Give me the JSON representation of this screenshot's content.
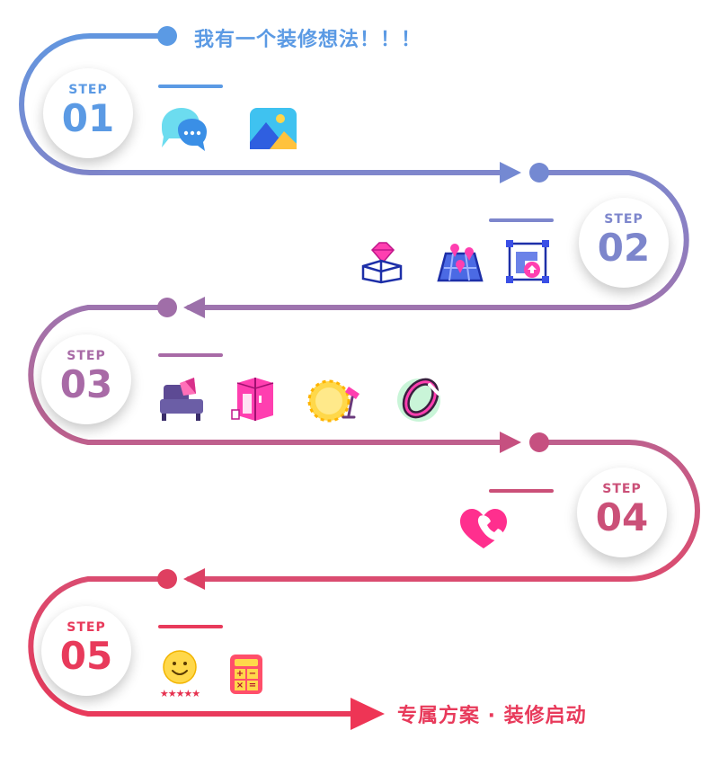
{
  "titles": {
    "start": "我有一个装修想法！！！",
    "end": "专属方案 · 装修启动"
  },
  "colors": {
    "step1": "#5b9ae4",
    "step2": "#7d86cc",
    "step3": "#a86aa6",
    "step4": "#cb5078",
    "step5": "#e83a5b"
  },
  "steps": [
    {
      "label": "STEP",
      "number": "01",
      "icons": [
        "chat-bubble-icon",
        "image-landscape-icon"
      ]
    },
    {
      "label": "STEP",
      "number": "02",
      "icons": [
        "diamond-box-icon",
        "map-pins-icon",
        "image-upload-icon"
      ]
    },
    {
      "label": "STEP",
      "number": "03",
      "icons": [
        "sofa-icon",
        "wardrobe-icon",
        "sun-lamp-icon",
        "ring-icon"
      ]
    },
    {
      "label": "STEP",
      "number": "04",
      "icons": [
        "heart-phone-icon"
      ]
    },
    {
      "label": "STEP",
      "number": "05",
      "icons": [
        "smiley-rating-icon",
        "calculator-icon"
      ]
    }
  ],
  "rating": {
    "stars": "★★★★★"
  },
  "calculator": {
    "keys": [
      "+",
      "−",
      "×",
      "="
    ]
  }
}
